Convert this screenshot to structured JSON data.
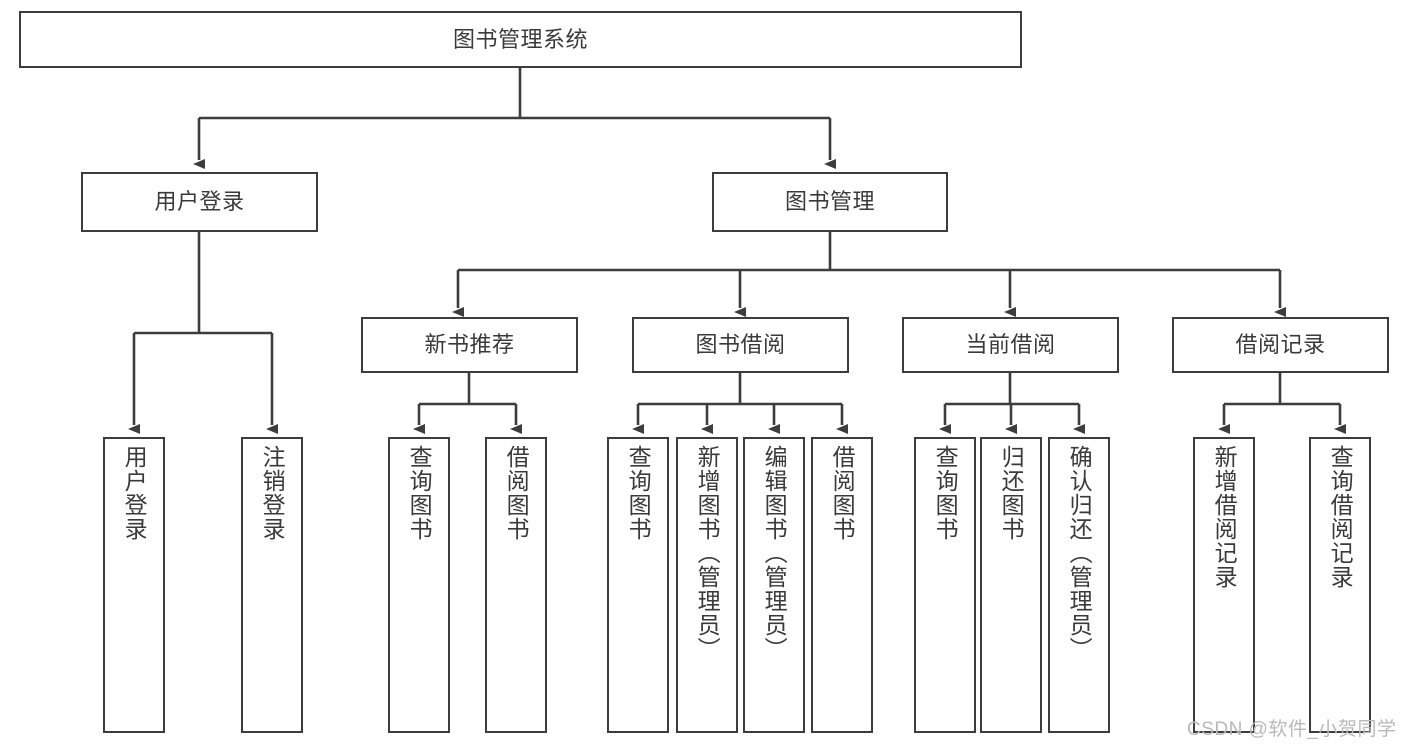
{
  "diagram": {
    "type": "tree",
    "title": "图书管理系统",
    "root": {
      "label": "图书管理系统"
    },
    "level1": [
      {
        "label": "用户登录"
      },
      {
        "label": "图书管理"
      }
    ],
    "level2": [
      {
        "label": "新书推荐"
      },
      {
        "label": "图书借阅"
      },
      {
        "label": "当前借阅"
      },
      {
        "label": "借阅记录"
      }
    ],
    "leaves": {
      "user_login": [
        {
          "label": "用户登录"
        },
        {
          "label": "注销登录"
        }
      ],
      "new_book_recommend": [
        {
          "label": "查询图书"
        },
        {
          "label": "借阅图书"
        }
      ],
      "book_borrow": [
        {
          "label": "查询图书"
        },
        {
          "label": "新增图书（管理员）"
        },
        {
          "label": "编辑图书（管理员）"
        },
        {
          "label": "借阅图书"
        }
      ],
      "current_borrow": [
        {
          "label": "查询图书"
        },
        {
          "label": "归还图书"
        },
        {
          "label": "确认归还（管理员）"
        }
      ],
      "borrow_record": [
        {
          "label": "新增借阅记录"
        },
        {
          "label": "查询借阅记录"
        }
      ]
    }
  },
  "watermark": {
    "text": "CSDN @软件_小贺同学"
  },
  "colors": {
    "stroke": "#3d3d3d",
    "text": "#3a3a3a",
    "background": "#ffffff",
    "watermark": "#b9b9b9"
  }
}
